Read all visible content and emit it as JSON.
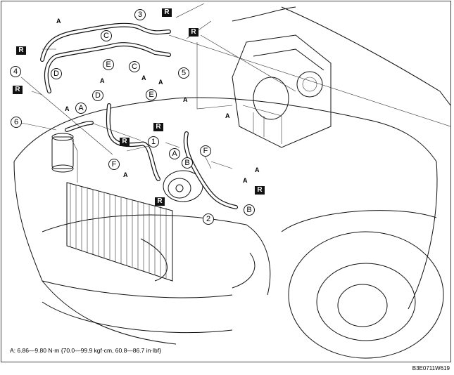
{
  "labels": {
    "R": "R",
    "A": "A",
    "circled": {
      "A": "A",
      "B": "B",
      "C": "C",
      "D": "D",
      "E": "E",
      "F": "F"
    },
    "numbers": {
      "n1": "1",
      "n2": "2",
      "n3": "3",
      "n4": "4",
      "n5": "5",
      "n6": "6"
    }
  },
  "torque_note": "A: 6.86—9.80 N·m {70.0—99.9 kgf·cm, 60.8—86.7 in·lbf}",
  "figure_code": "B3E0711W619"
}
